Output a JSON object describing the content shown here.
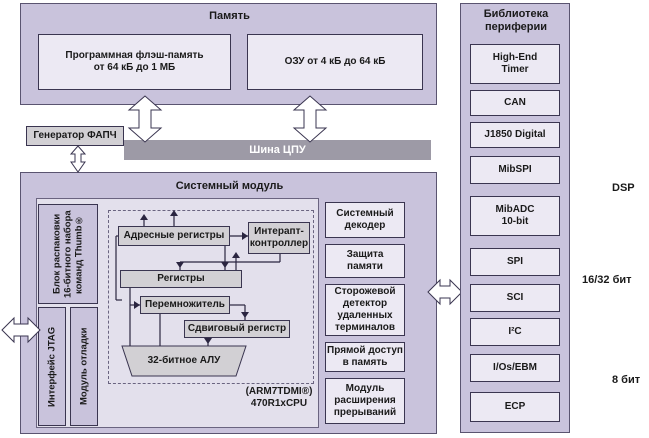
{
  "memory": {
    "title": "Память",
    "flash": "Программная флэш-память\nот 64 кБ до 1 МБ",
    "ram": "ОЗУ от 4 кБ до 64 кБ"
  },
  "pll": "Генератор ФАПЧ",
  "cpu_bus": "Шина ЦПУ",
  "system_module": {
    "title": "Системный модуль",
    "thumb": "Блок распаковки\n16-битного набора\nкоманд Thumb®",
    "jtag": "Интерфейс JTAG",
    "debug": "Модуль отладки",
    "addr_regs": "Адресные регистры",
    "interrupt_ctrl": "Интерапт-\nконтроллер",
    "regs": "Регистры",
    "multiplier": "Перемножитель",
    "shift_reg": "Сдвиговый регистр",
    "alu": "32-битное АЛУ",
    "core_line1": "(ARM7TDMI®)",
    "core_line2": "470R1xCPU",
    "right_blocks": [
      "Системный\nдекодер",
      "Защита\nпамяти",
      "Сторожевой\nдетектор\nудаленных\nтерминалов",
      "Прямой доступ\nв память",
      "Модуль\nрасширения\nпрерываний"
    ]
  },
  "library": {
    "title": "Библиотека\nпериферии",
    "items": [
      "High-End\nTimer",
      "CAN",
      "J1850 Digital",
      "MibSPI",
      "MibADC\n10-bit",
      "SPI",
      "SCI",
      "I²C",
      "I/Os/EBM",
      "ECP"
    ]
  },
  "labels": {
    "dsp": "DSP",
    "bit_16_32": "16/32 бит",
    "bit_8": "8 бит"
  }
}
